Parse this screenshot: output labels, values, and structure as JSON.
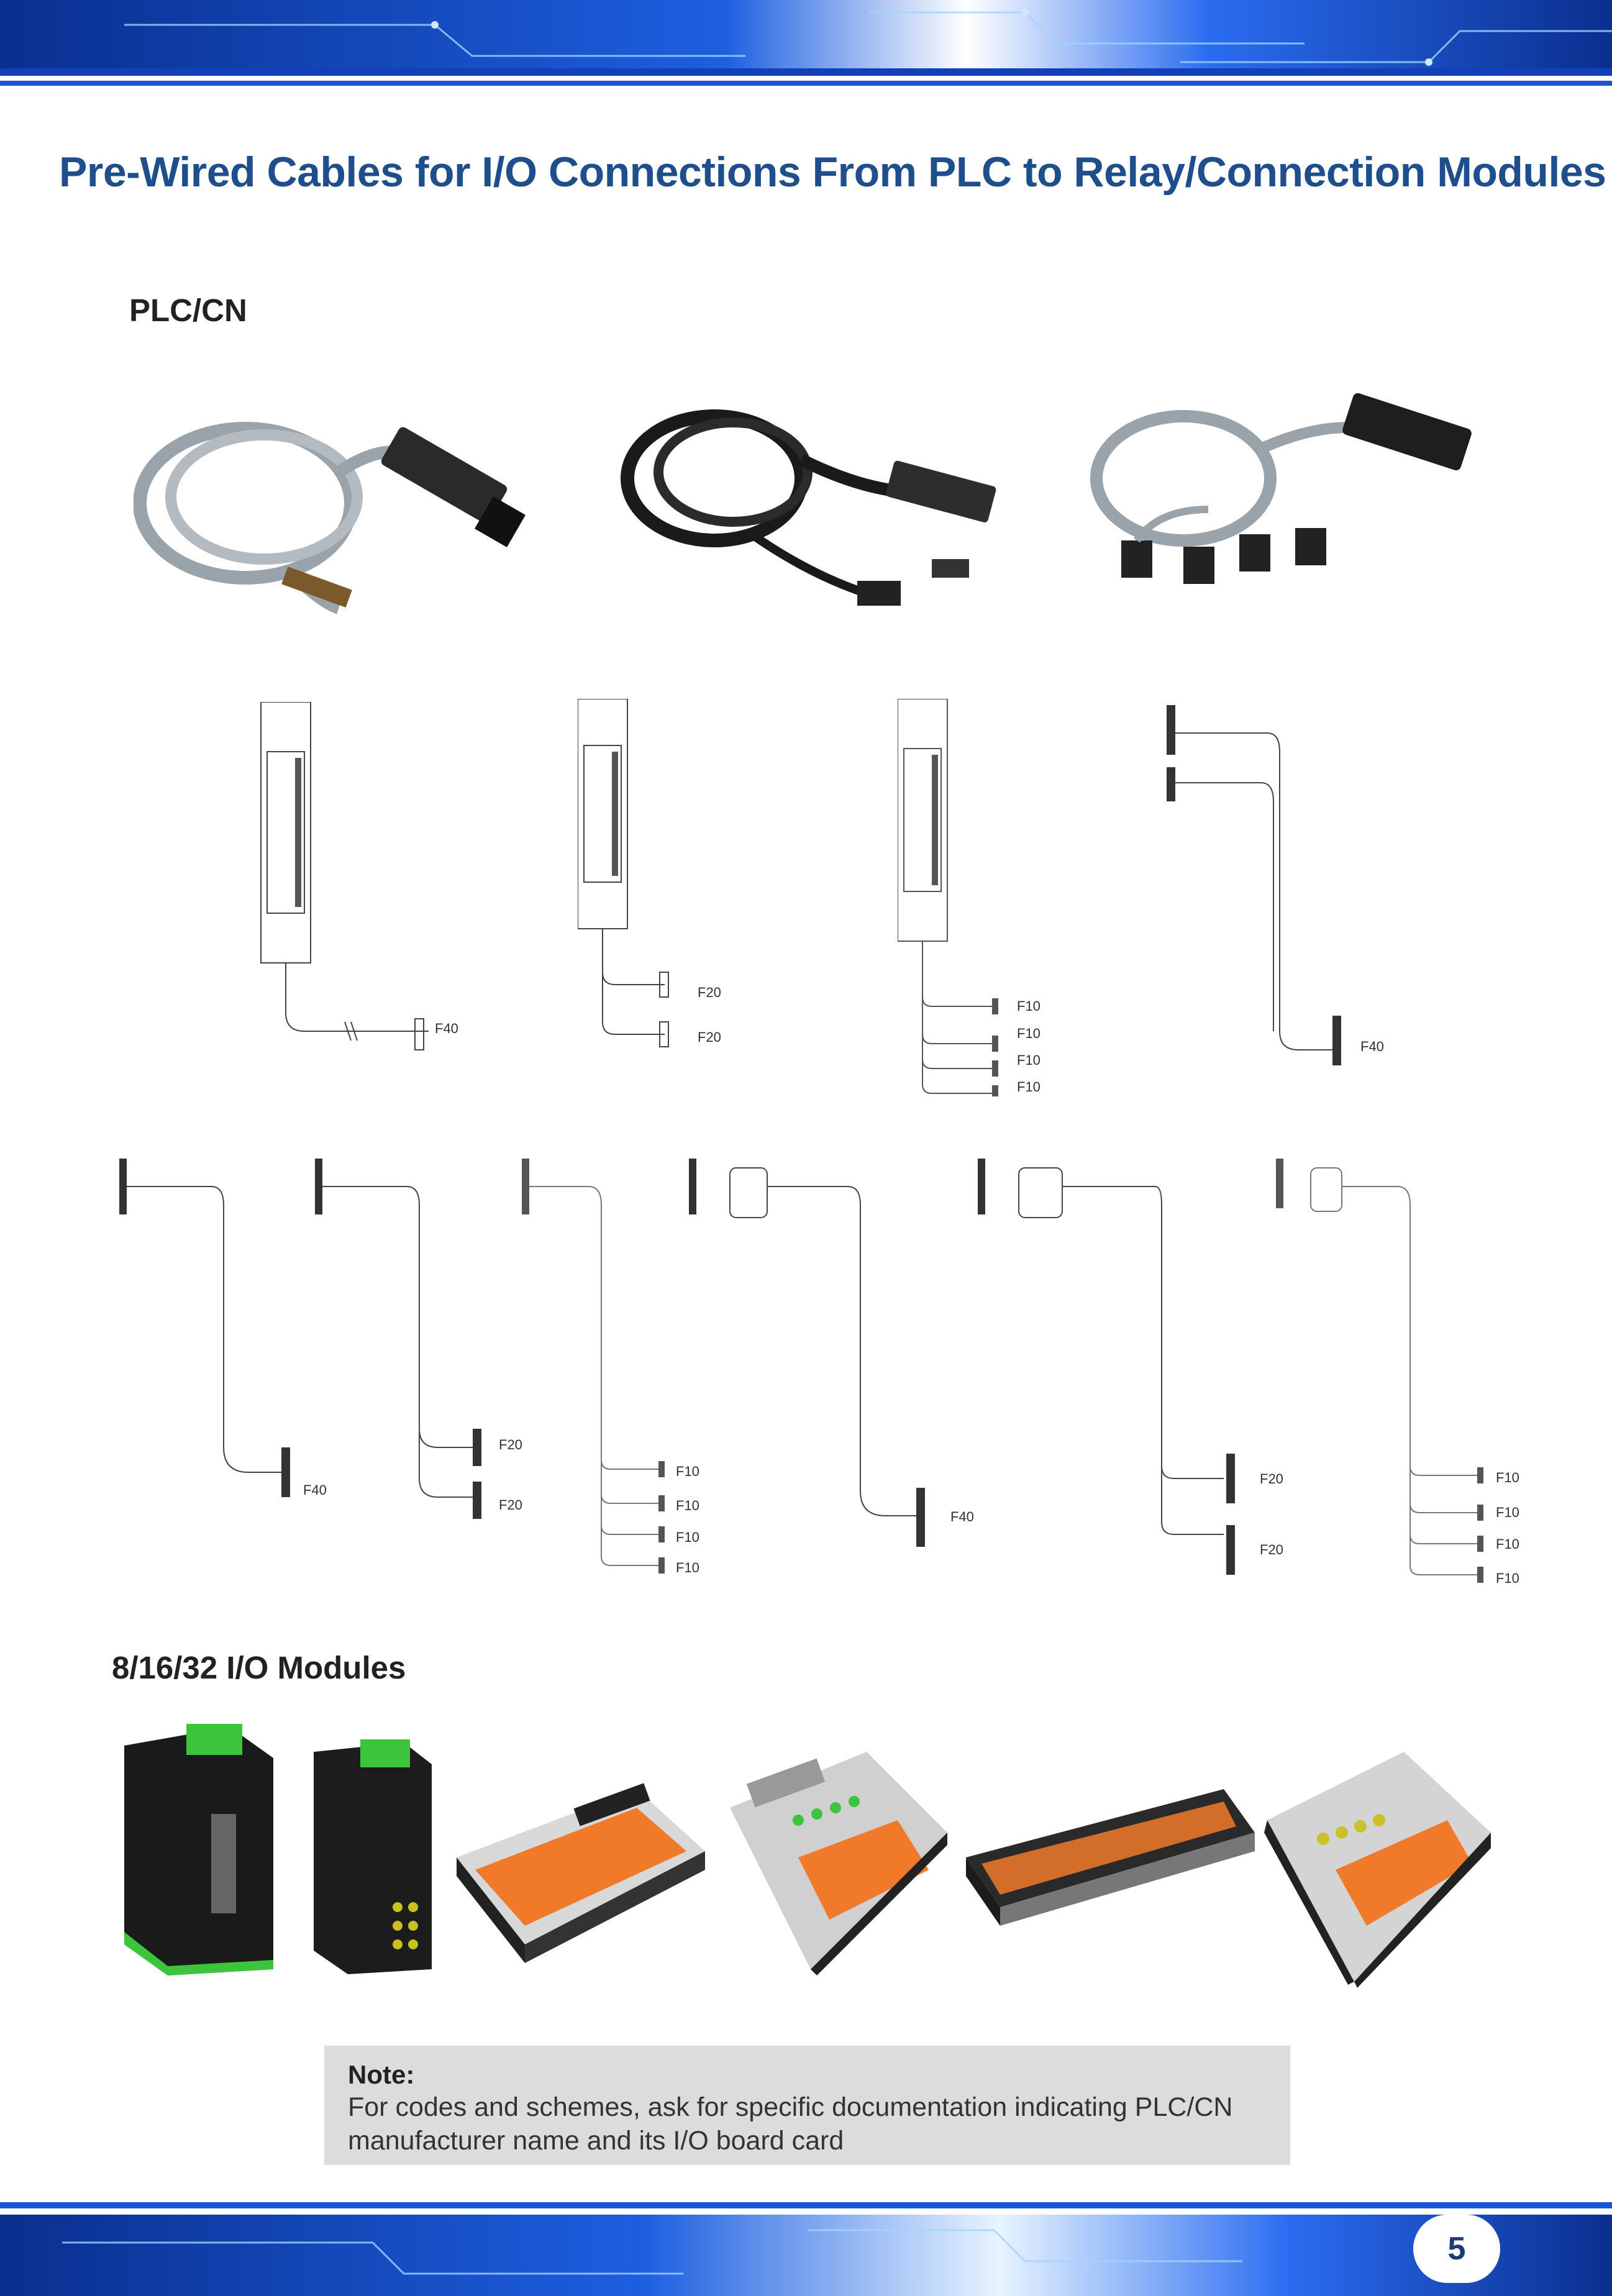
{
  "page": {
    "title": "Pre-Wired Cables for I/O Connections From PLC to Relay/Connection Modules",
    "page_number": "5"
  },
  "sections": {
    "cables_heading": "PLC/CN",
    "modules_heading": "8/16/32  I/O Modules"
  },
  "diagram_labels": {
    "row1": {
      "d1": [
        "F40"
      ],
      "d2": [
        "F20",
        "F20"
      ],
      "d3": [
        "F10",
        "F10",
        "F10",
        "F10"
      ],
      "d4": [
        "F40"
      ]
    },
    "row2": {
      "d1": [
        "F40"
      ],
      "d2": [
        "F20",
        "F20"
      ],
      "d3": [
        "F10",
        "F10",
        "F10",
        "F10"
      ],
      "d4": [
        "F40"
      ],
      "d5": [
        "F20",
        "F20"
      ],
      "d6": [
        "F10",
        "F10",
        "F10",
        "F10"
      ]
    }
  },
  "note": {
    "title": "Note:",
    "text": "For codes and schemes, ask for specific documentation indicating PLC/CN manufacturer name and its I/O board card"
  },
  "colors": {
    "title_blue": "#1f4e8c",
    "banner_blue": "#0b3fa8",
    "module_orange": "#f07a2a",
    "module_green": "#3dc43d"
  }
}
